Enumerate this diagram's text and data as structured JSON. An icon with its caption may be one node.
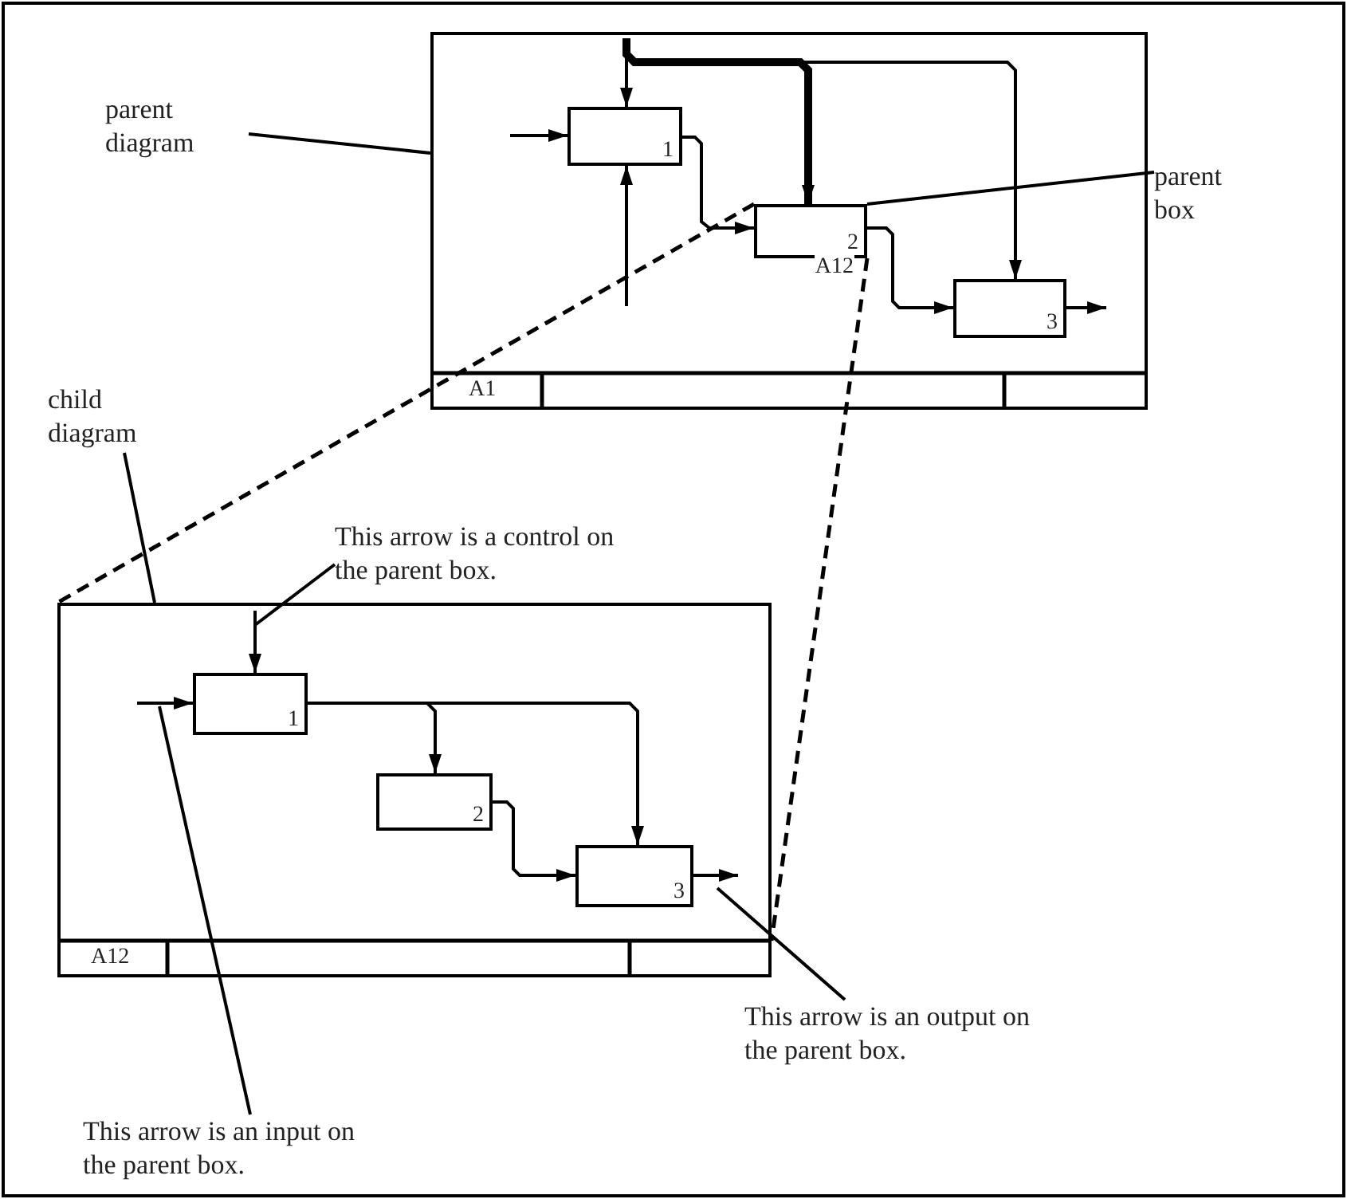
{
  "diagram": {
    "nodes": [
      {
        "text": [
          "parent diagram"
        ]
      },
      {
        "text": [],
        "shape": "box"
      },
      {
        "text": [
          "1"
        ],
        "in": 1
      },
      {
        "text": [
          "2"
        ],
        "in": 1,
        "beside": [
          "A12"
        ]
      },
      {
        "text": [
          "3"
        ],
        "in": 1
      },
      {
        "text": [
          "parent box"
        ]
      },
      {
        "text": [
          "child diagram"
        ]
      },
      {
        "text": [
          "This arrow is a control on the parent box."
        ]
      },
      {
        "text": [],
        "shape": "box"
      },
      {
        "text": [
          "1"
        ],
        "in": 8
      },
      {
        "text": [
          "2"
        ],
        "in": 8
      },
      {
        "text": [
          "3"
        ],
        "in": 8
      },
      {
        "text": [
          "This arrow is an output on the parent box."
        ]
      },
      {
        "text": [
          "This arrow is an input on the parent box."
        ]
      }
    ],
    "edges": [
      {
        "from": null,
        "to": 2,
        "arrow": "to"
      },
      {
        "from": null,
        "to": 2,
        "arrow": "to"
      },
      {
        "from": null,
        "to": 3,
        "arrow": "to",
        "style": "thick"
      },
      {
        "from": null,
        "to": 4,
        "arrow": "to"
      },
      {
        "from": null,
        "to": 2,
        "arrow": "to"
      },
      {
        "from": 2,
        "to": 3,
        "arrow": "to"
      },
      {
        "from": 3,
        "to": 4,
        "arrow": "to"
      },
      {
        "from": 4,
        "to": null,
        "arrow": "to"
      },
      {
        "from": null,
        "to": 9,
        "arrow": "to"
      },
      {
        "from": null,
        "to": 9,
        "arrow": "to"
      },
      {
        "from": 9,
        "to": 10,
        "arrow": "to"
      },
      {
        "from": 9,
        "to": 11,
        "arrow": "to"
      },
      {
        "from": 10,
        "to": 11,
        "arrow": "to"
      },
      {
        "from": 11,
        "to": null,
        "arrow": "to"
      },
      {
        "from": 0,
        "to": 1,
        "arrow": "none"
      },
      {
        "from": 5,
        "to": 3,
        "arrow": "none"
      },
      {
        "from": 6,
        "to": 8,
        "arrow": "none"
      },
      {
        "from": 7,
        "to": null,
        "arrow": "none"
      },
      {
        "from": 12,
        "to": null,
        "arrow": "none"
      },
      {
        "from": 13,
        "to": null,
        "arrow": "none"
      },
      {
        "from": 3,
        "to": 8,
        "arrow": "none",
        "style": "dashed"
      },
      {
        "from": 3,
        "to": 8,
        "arrow": "none",
        "style": "dashed"
      }
    ],
    "labels": [
      "A1",
      "A12"
    ]
  }
}
